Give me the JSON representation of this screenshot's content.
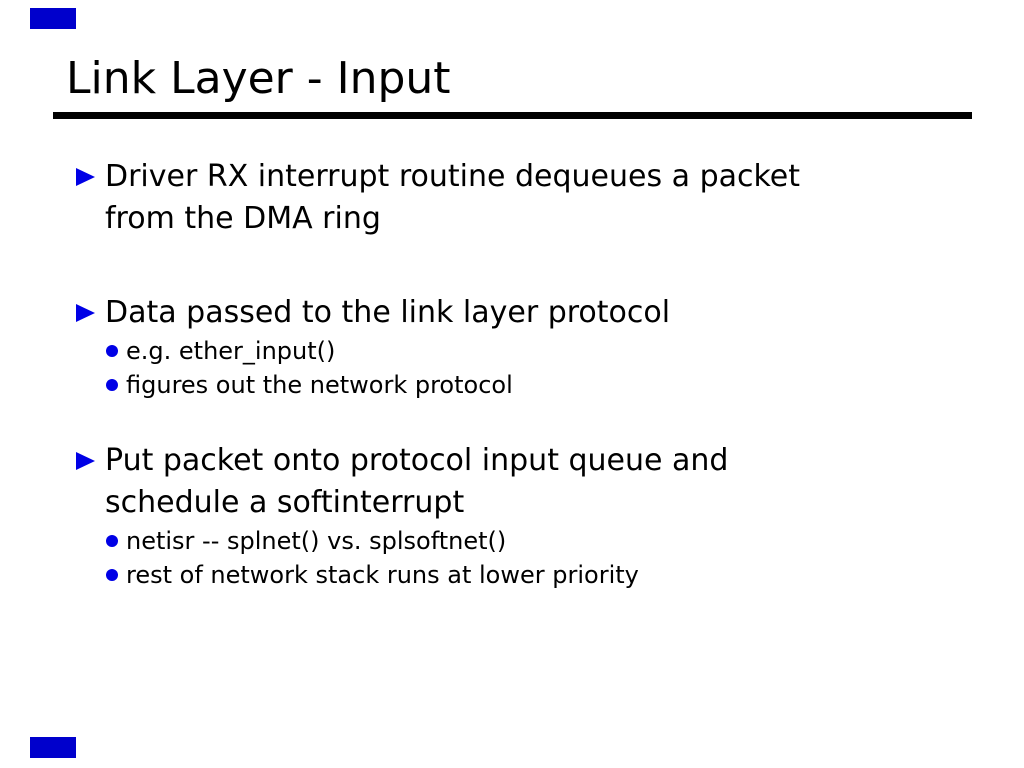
{
  "slide": {
    "title": "Link Layer - Input",
    "bullets": [
      {
        "level": 1,
        "marker": "triangle-right-icon",
        "lines": [
          "Driver RX interrupt routine dequeues a packet",
          "from the DMA ring"
        ]
      },
      {
        "level": 1,
        "marker": "triangle-right-icon",
        "lines": [
          "Data passed to the link layer protocol"
        ]
      },
      {
        "level": 2,
        "marker": "dot-icon",
        "lines": [
          "e.g. ether_input()"
        ]
      },
      {
        "level": 2,
        "marker": "dot-icon",
        "lines": [
          "figures out the network protocol"
        ]
      },
      {
        "level": 1,
        "marker": "triangle-right-icon",
        "lines": [
          "Put packet onto protocol input queue and",
          "schedule a softinterrupt"
        ]
      },
      {
        "level": 2,
        "marker": "dot-icon",
        "lines": [
          "netisr -- splnet() vs. splsoftnet()"
        ]
      },
      {
        "level": 2,
        "marker": "dot-icon",
        "lines": [
          "rest of network stack runs at lower priority"
        ]
      }
    ]
  },
  "colors": {
    "background": "#FFFFFF",
    "text": "#000000",
    "rule": "#000000",
    "marker_blue": "#0000E6",
    "corner_blue": "#0000CC"
  }
}
